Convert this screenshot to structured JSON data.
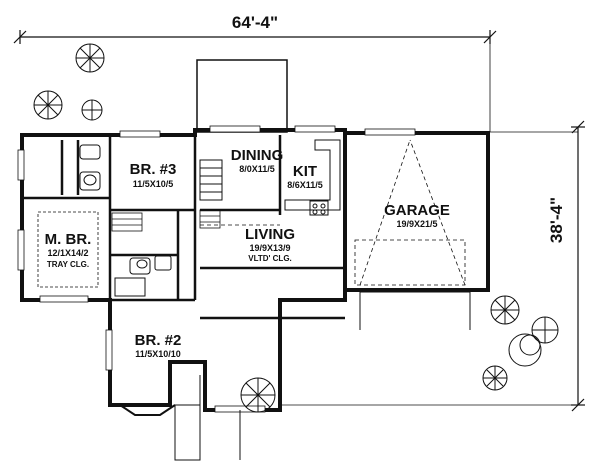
{
  "dimensions": {
    "overall_width": "64'-4\"",
    "overall_depth": "38'-4\""
  },
  "rooms": {
    "master_bedroom": {
      "name": "M. BR.",
      "size": "12/1X14/2",
      "note": "TRAY CLG."
    },
    "bedroom_3": {
      "name": "BR. #3",
      "size": "11/5X10/5"
    },
    "bedroom_2": {
      "name": "BR. #2",
      "size": "11/5X10/10"
    },
    "dining": {
      "name": "DINING",
      "size": "8/0X11/5"
    },
    "kitchen": {
      "name": "KIT",
      "size": "8/6X11/5"
    },
    "living": {
      "name": "LIVING",
      "size": "19/9X13/9",
      "note": "VLTD' CLG."
    },
    "garage": {
      "name": "GARAGE",
      "size": "19/9X21/5"
    }
  }
}
